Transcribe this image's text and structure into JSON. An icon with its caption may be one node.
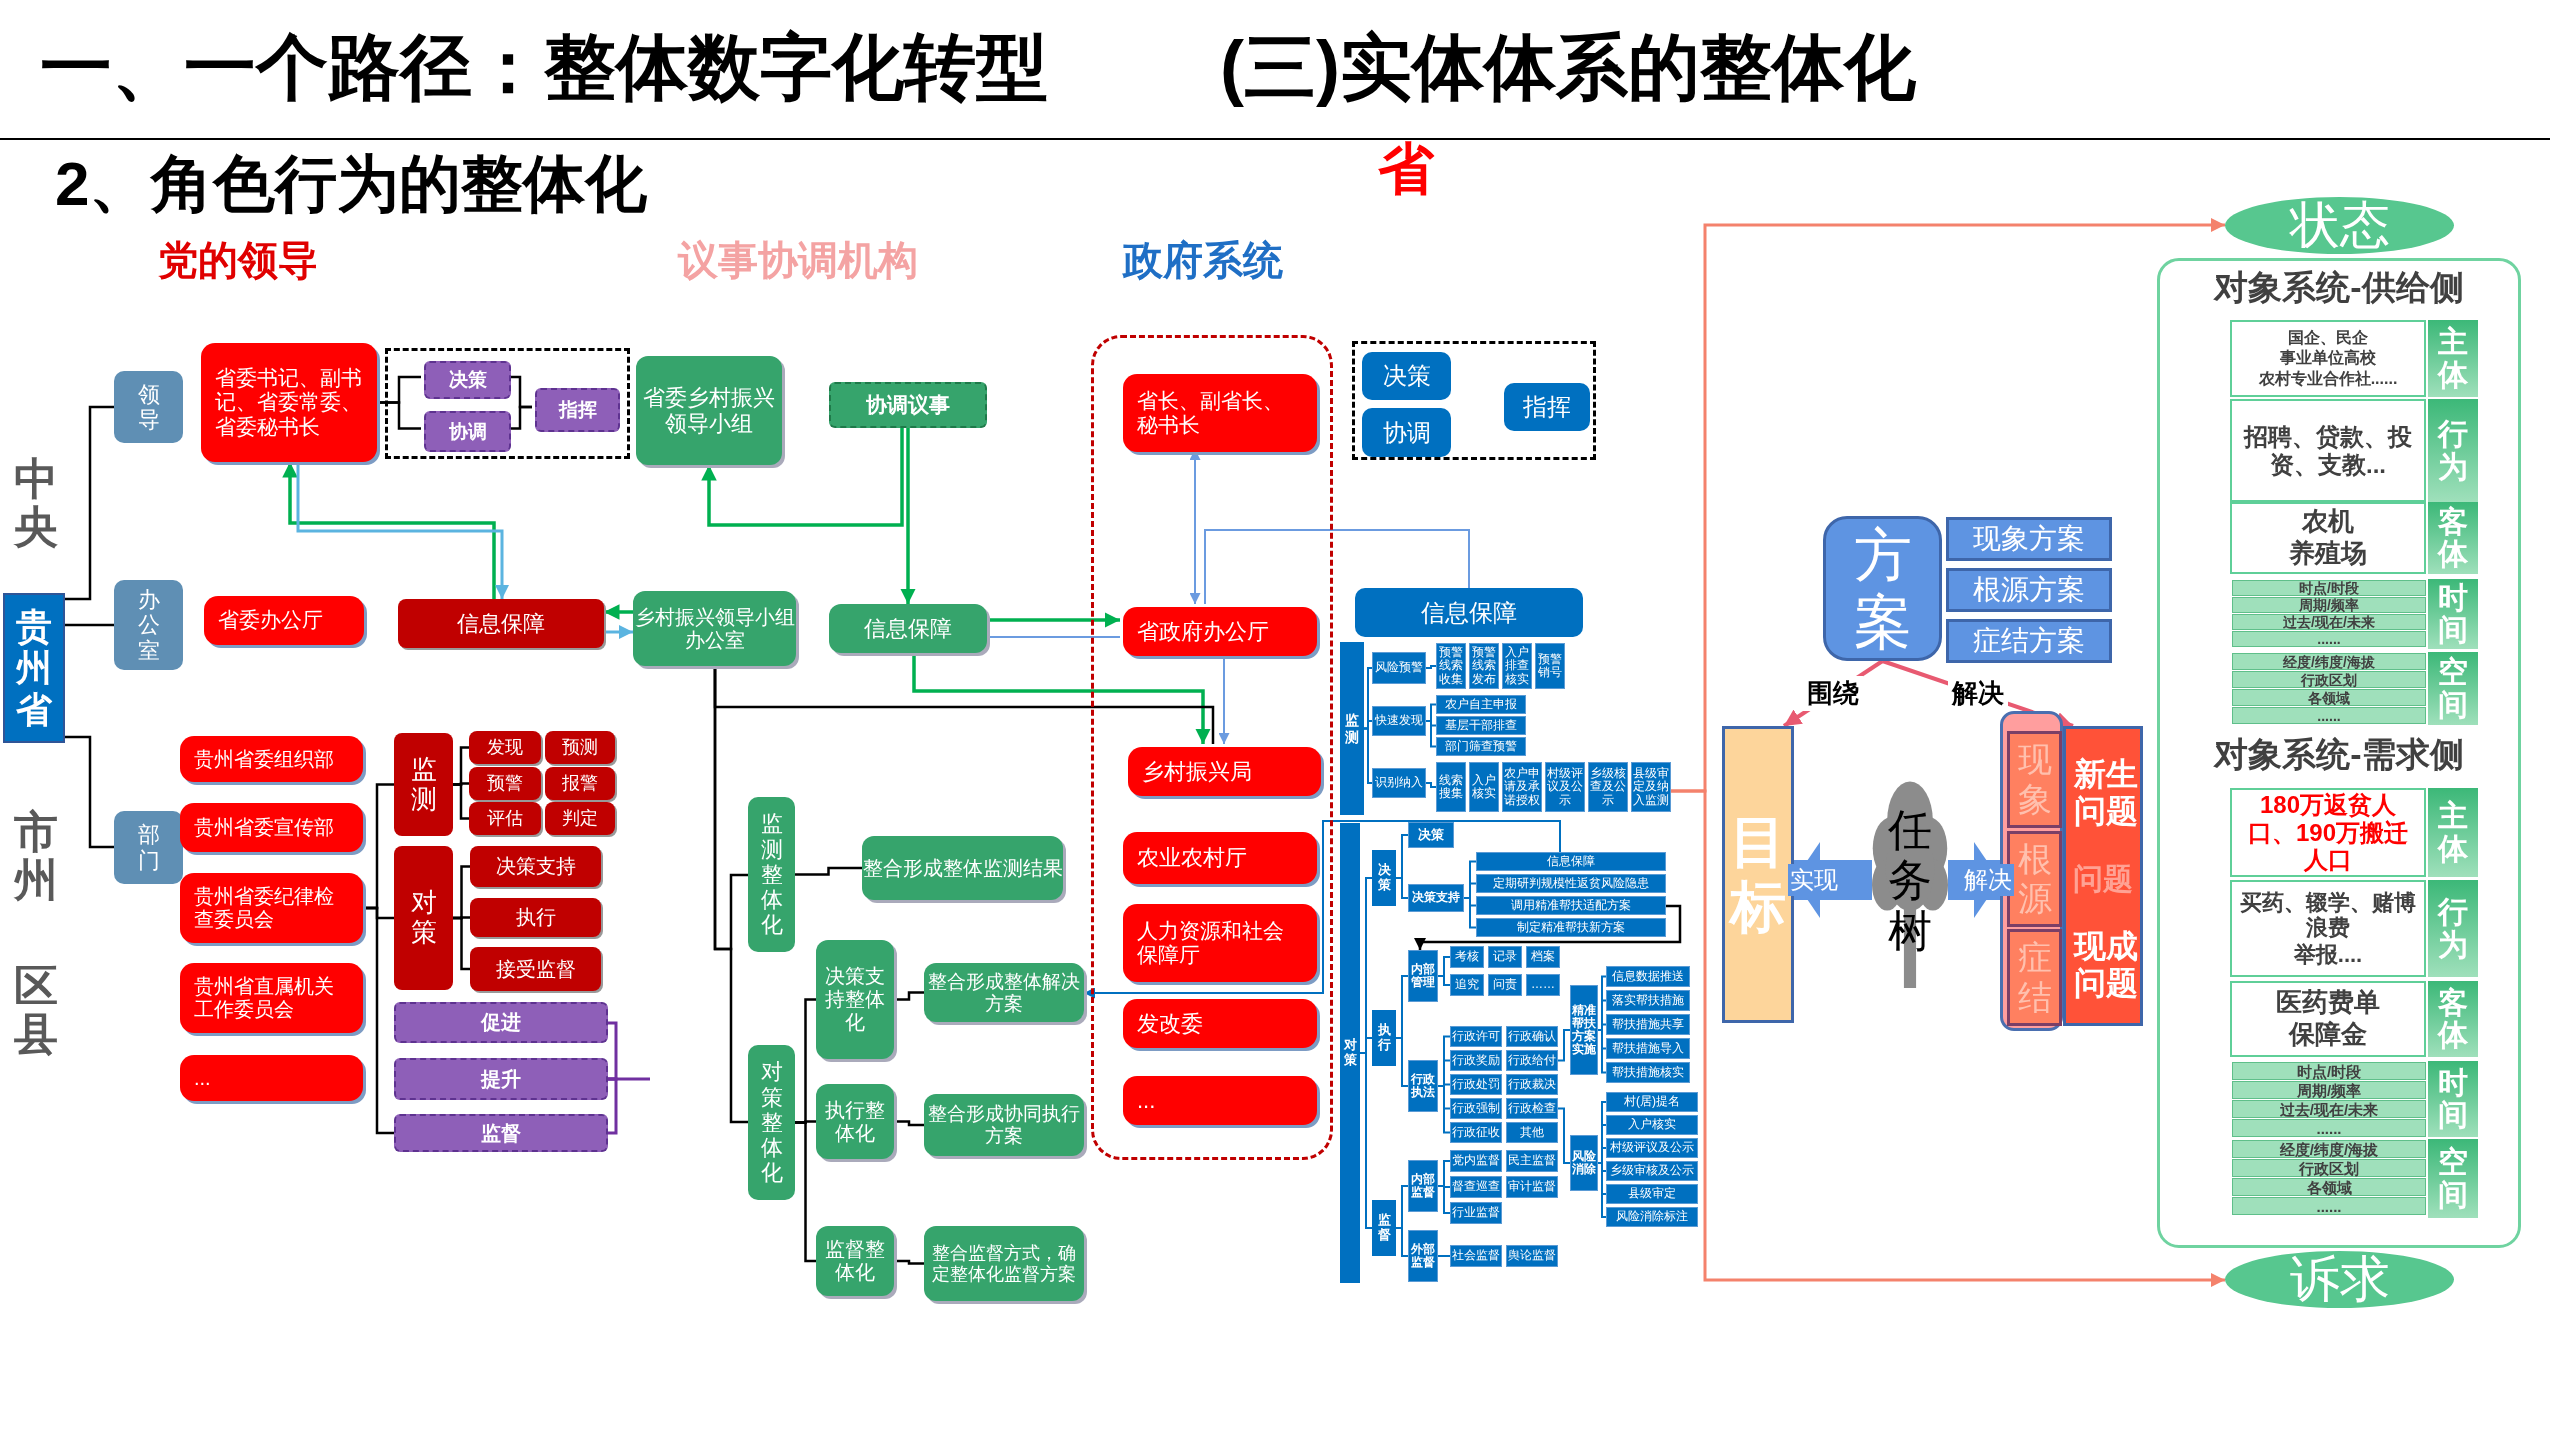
{
  "diagram": {
    "title": "一、一个路径：整体数字化转型",
    "nodes": [
      {
        "text": [
          "贵州省"
        ]
      },
      {
        "text": [
          "领导"
        ]
      },
      {
        "text": [
          "办公室"
        ]
      },
      {
        "text": [
          "部门"
        ]
      },
      {
        "text": [
          "省委书记、副书记、省委常委、省委秘书长"
        ]
      },
      {
        "text": [],
        "shape": "box"
      },
      {
        "text": [
          "决策"
        ],
        "in": 5
      },
      {
        "text": [
          "协调"
        ],
        "in": 5
      },
      {
        "text": [
          "指挥"
        ],
        "in": 5
      },
      {
        "text": [
          "省委乡村振兴领导小组"
        ]
      },
      {
        "text": [
          "省委办公厅"
        ]
      },
      {
        "text": [
          "信息保障"
        ]
      },
      {
        "text": [
          "乡村振兴领导小组办公室"
        ]
      },
      {
        "text": [
          "协调议事"
        ]
      },
      {
        "text": [
          "信息保障"
        ]
      },
      {
        "text": [],
        "shape": "box"
      },
      {
        "text": [
          "省长、副省长、秘书长"
        ],
        "in": 15
      },
      {
        "text": [
          "省政府办公厅"
        ],
        "in": 15
      },
      {
        "text": [
          "乡村振兴局"
        ],
        "in": 15
      },
      {
        "text": [
          "农业农村厅"
        ],
        "in": 15
      },
      {
        "text": [
          "人力资源和社会保障厅"
        ],
        "in": 15
      },
      {
        "text": [
          "发改委"
        ],
        "in": 15
      },
      {
        "text": [
          "..."
        ],
        "in": 15
      },
      {
        "text": [
          "贵州省委组织部"
        ]
      },
      {
        "text": [
          "贵州省委宣传部"
        ]
      },
      {
        "text": [
          "贵州省委纪律检查委员会"
        ]
      },
      {
        "text": [
          "贵州省直属机关工作委员会"
        ]
      },
      {
        "text": [
          "..."
        ]
      },
      {
        "text": [
          "监测"
        ]
      },
      {
        "text": [
          "发现"
        ]
      },
      {
        "text": [
          "预测"
        ]
      },
      {
        "text": [
          "预警"
        ]
      },
      {
        "text": [
          "报警"
        ]
      },
      {
        "text": [
          "评估"
        ]
      },
      {
        "text": [
          "判定"
        ]
      },
      {
        "text": [
          "对策"
        ]
      },
      {
        "text": [
          "决策支持"
        ]
      },
      {
        "text": [
          "执行"
        ]
      },
      {
        "text": [
          "接受监督"
        ]
      },
      {
        "text": [
          "促进"
        ]
      },
      {
        "text": [
          "提升"
        ]
      },
      {
        "text": [
          "监督"
        ]
      },
      {
        "text": [
          "监测整体化"
        ]
      },
      {
        "text": [
          "整合形成整体监测结果"
        ]
      },
      {
        "text": [
          "对策整体化"
        ]
      },
      {
        "text": [
          "决策支持整体化"
        ]
      },
      {
        "text": [
          "整合形成整体解决方案"
        ]
      },
      {
        "text": [
          "执行整体化"
        ]
      },
      {
        "text": [
          "整合形成协同执行方案"
        ]
      },
      {
        "text": [
          "监督整体化"
        ]
      },
      {
        "text": [
          "整合监督方式，确定整体化监督方案"
        ]
      },
      {
        "text": [],
        "shape": "box"
      },
      {
        "text": [
          "决策"
        ],
        "in": 51
      },
      {
        "text": [
          "协调"
        ],
        "in": 51
      },
      {
        "text": [
          "指挥"
        ],
        "in": 51
      },
      {
        "text": [
          "信息保障"
        ]
      },
      {
        "text": [
          "监测"
        ]
      },
      {
        "text": [
          "风险预警"
        ]
      },
      {
        "text": [
          "预警线索收集"
        ]
      },
      {
        "text": [
          "预警线索发布"
        ]
      },
      {
        "text": [
          "入户排查核实"
        ]
      },
      {
        "text": [
          "预警销号"
        ]
      },
      {
        "text": [
          "快速发现"
        ]
      },
      {
        "text": [
          "农户自主申报"
        ]
      },
      {
        "text": [
          "基层干部排查"
        ]
      },
      {
        "text": [
          "部门筛查预警"
        ]
      },
      {
        "text": [
          "识别纳入"
        ]
      },
      {
        "text": [
          "线索搜集"
        ]
      },
      {
        "text": [
          "入户核实"
        ]
      },
      {
        "text": [
          "农户申请及承诺授权"
        ]
      },
      {
        "text": [
          "村级评议及公示"
        ]
      },
      {
        "text": [
          "乡级核查及公示"
        ]
      },
      {
        "text": [
          "县级审定及纳入监测"
        ]
      },
      {
        "text": [
          "对策"
        ]
      },
      {
        "text": [
          "决策"
        ]
      },
      {
        "text": [
          "决策"
        ]
      },
      {
        "text": [
          "决策支持"
        ]
      },
      {
        "text": [
          "信息保障"
        ]
      },
      {
        "text": [
          "定期研判规模性返贫风险隐患"
        ]
      },
      {
        "text": [
          "调用精准帮扶适配方案"
        ]
      },
      {
        "text": [
          "制定精准帮扶新方案"
        ]
      },
      {
        "text": [
          "执行"
        ]
      },
      {
        "text": [
          "内部管理"
        ]
      },
      {
        "text": [
          "考核"
        ]
      },
      {
        "text": [
          "记录"
        ]
      },
      {
        "text": [
          "档案"
        ]
      },
      {
        "text": [
          "追究"
        ]
      },
      {
        "text": [
          "问责"
        ]
      },
      {
        "text": [
          "……"
        ]
      },
      {
        "text": [
          "行政执法"
        ]
      },
      {
        "text": [
          "行政许可"
        ]
      },
      {
        "text": [
          "行政确认"
        ]
      },
      {
        "text": [
          "行政奖励"
        ]
      },
      {
        "text": [
          "行政给付"
        ]
      },
      {
        "text": [
          "行政处罚"
        ]
      },
      {
        "text": [
          "行政裁决"
        ]
      },
      {
        "text": [
          "行政强制"
        ]
      },
      {
        "text": [
          "行政检查"
        ]
      },
      {
        "text": [
          "行政征收"
        ]
      },
      {
        "text": [
          "其他"
        ]
      },
      {
        "text": [
          "精准帮扶方案实施"
        ]
      },
      {
        "text": [
          "信息数据推送"
        ]
      },
      {
        "text": [
          "落实帮扶措施"
        ]
      },
      {
        "text": [
          "帮扶措施共享"
        ]
      },
      {
        "text": [
          "帮扶措施导入"
        ]
      },
      {
        "text": [
          "帮扶措施核实"
        ]
      },
      {
        "text": [
          "风险消除"
        ]
      },
      {
        "text": [
          "村(居)提名"
        ]
      },
      {
        "text": [
          "入户核实"
        ]
      },
      {
        "text": [
          "村级评议及公示"
        ]
      },
      {
        "text": [
          "乡级审核及公示"
        ]
      },
      {
        "text": [
          "县级审定"
        ]
      },
      {
        "text": [
          "风险消除标注"
        ]
      },
      {
        "text": [
          "监督"
        ]
      },
      {
        "text": [
          "内部监督"
        ]
      },
      {
        "text": [
          "党内监督"
        ]
      },
      {
        "text": [
          "民主监督"
        ]
      },
      {
        "text": [
          "督查巡查"
        ]
      },
      {
        "text": [
          "审计监督"
        ]
      },
      {
        "text": [
          "行业监督"
        ]
      },
      {
        "text": [
          "外部监督"
        ]
      },
      {
        "text": [
          "社会监督"
        ]
      },
      {
        "text": [
          "舆论监督"
        ]
      },
      {
        "text": [
          "方案"
        ]
      },
      {
        "text": [
          "现象方案"
        ]
      },
      {
        "text": [
          "根源方案"
        ]
      },
      {
        "text": [
          "症结方案"
        ]
      },
      {
        "text": [
          "目标"
        ]
      },
      {
        "text": [
          "任务树"
        ]
      },
      {
        "text": [],
        "shape": "box"
      },
      {
        "text": [
          "现象"
        ],
        "in": 129
      },
      {
        "text": [
          "根源"
        ],
        "in": 129
      },
      {
        "text": [
          "症结"
        ],
        "in": 129
      },
      {
        "text": [
          "问题"
        ]
      },
      {
        "text": [
          "新生问题"
        ],
        "in": 133
      },
      {
        "text": [
          "现成问题"
        ],
        "in": 133
      },
      {
        "text": [
          "对象系统-供给侧",
          "对象系统-需求侧"
        ]
      },
      {
        "text": [
          "状态"
        ]
      },
      {
        "text": [
          "诉求"
        ]
      },
      {
        "text": [
          "国企、民企",
          "事业单位高校",
          "农村专业合作社......"
        ],
        "in": 136
      },
      {
        "text": [
          "主体"
        ],
        "in": 136
      },
      {
        "text": [
          "招聘、贷款、投资、支教..."
        ],
        "in": 136
      },
      {
        "text": [
          "行为"
        ],
        "in": 136
      },
      {
        "text": [
          "农机",
          "养殖场"
        ],
        "in": 136
      },
      {
        "text": [
          "客体"
        ],
        "in": 136
      },
      {
        "text": [
          "时点/时段"
        ],
        "in": 136
      },
      {
        "text": [
          "周期/频率"
        ],
        "in": 136
      },
      {
        "text": [
          "过去/现在/未来"
        ],
        "in": 136
      },
      {
        "text": [
          "......"
        ],
        "in": 136
      },
      {
        "text": [
          "时间"
        ],
        "in": 136
      },
      {
        "text": [
          "经度/纬度/海拔"
        ],
        "in": 136
      },
      {
        "text": [
          "行政区划"
        ],
        "in": 136
      },
      {
        "text": [
          "各领域"
        ],
        "in": 136
      },
      {
        "text": [
          "......"
        ],
        "in": 136
      },
      {
        "text": [
          "空间"
        ],
        "in": 136
      },
      {
        "text": [
          "180万返贫人口、190万搬迁人口"
        ],
        "in": 136
      },
      {
        "text": [
          "主体"
        ],
        "in": 136
      },
      {
        "text": [
          "买药、辍学、赌博浪费",
          "举报...."
        ],
        "in": 136
      },
      {
        "text": [
          "行为"
        ],
        "in": 136
      },
      {
        "text": [
          "医药费单",
          "保障金"
        ],
        "in": 136
      },
      {
        "text": [
          "客体"
        ],
        "in": 136
      },
      {
        "text": [
          "时点/时段"
        ],
        "in": 136
      },
      {
        "text": [
          "周期/频率"
        ],
        "in": 136
      },
      {
        "text": [
          "过去/现在/未来"
        ],
        "in": 136
      },
      {
        "text": [
          "......"
        ],
        "in": 136
      },
      {
        "text": [
          "时间"
        ],
        "in": 136
      },
      {
        "text": [
          "经度/纬度/海拔"
        ],
        "in": 136
      },
      {
        "text": [
          "行政区划"
        ],
        "in": 136
      },
      {
        "text": [
          "各领域"
        ],
        "in": 136
      },
      {
        "text": [
          "......"
        ],
        "in": 136
      },
      {
        "text": [
          "空间"
        ],
        "in": 136
      }
    ],
    "edges": [
      {
        "from": 0,
        "to": 1,
        "arrow": "none",
        "color": "#000000"
      },
      {
        "from": 0,
        "to": 2,
        "arrow": "none",
        "color": "#000000"
      },
      {
        "from": 0,
        "to": 3,
        "arrow": "none",
        "color": "#000000"
      },
      {
        "from": 4,
        "to": 6,
        "arrow": "none",
        "color": "#000000"
      },
      {
        "from": 4,
        "to": 7,
        "arrow": "none",
        "color": "#000000"
      },
      {
        "from": 6,
        "to": 8,
        "arrow": "none",
        "color": "#000000"
      },
      {
        "from": 7,
        "to": 8,
        "arrow": "none",
        "color": "#000000"
      },
      {
        "from": 11,
        "to": 4,
        "arrow": "to",
        "color": "#00b050"
      },
      {
        "from": 4,
        "to": 11,
        "arrow": "to",
        "color": "#5bb4e0"
      },
      {
        "from": 12,
        "to": 11,
        "arrow": "to",
        "color": "#00b050"
      },
      {
        "from": 11,
        "to": 12,
        "arrow": "to",
        "color": "#5bb4e0"
      },
      {
        "from": 13,
        "to": 14,
        "arrow": "to",
        "color": "#00b050"
      },
      {
        "from": 13,
        "to": 9,
        "arrow": "to",
        "color": "#00b050"
      },
      {
        "from": 14,
        "to": 17,
        "arrow": "to",
        "color": "#00b050"
      },
      {
        "from": 14,
        "to": 17,
        "arrow": "none",
        "color": "#6b9be0"
      },
      {
        "from": 14,
        "to": 18,
        "arrow": "to",
        "color": "#00b050"
      },
      {
        "from": 12,
        "to": 18,
        "arrow": "none",
        "color": "#000000"
      },
      {
        "from": 16,
        "to": 17,
        "arrow": "both",
        "color": "#6b9be0"
      },
      {
        "from": 17,
        "to": 18,
        "arrow": "to",
        "color": "#6b9be0"
      },
      {
        "from": 17,
        "to": 55,
        "arrow": "none",
        "color": "#6b9be0"
      },
      {
        "from": 12,
        "to": 42,
        "arrow": "none",
        "color": "#000000"
      },
      {
        "from": 12,
        "to": 44,
        "arrow": "none",
        "color": "#000000"
      },
      {
        "from": 42,
        "to": 43,
        "arrow": "none",
        "color": "#000000"
      },
      {
        "from": 44,
        "to": 45,
        "arrow": "none",
        "color": "#000000"
      },
      {
        "from": 44,
        "to": 47,
        "arrow": "none",
        "color": "#000000"
      },
      {
        "from": 44,
        "to": 49,
        "arrow": "none",
        "color": "#000000"
      },
      {
        "from": 45,
        "to": 46,
        "arrow": "none",
        "color": "#000000"
      },
      {
        "from": 47,
        "to": 48,
        "arrow": "none",
        "color": "#000000"
      },
      {
        "from": 49,
        "to": 50,
        "arrow": "none",
        "color": "#000000"
      },
      {
        "from": 77,
        "to": 46,
        "arrow": "to"
      },
      {
        "from": 79,
        "to": 82,
        "arrow": "to",
        "color": "#000000"
      },
      {
        "from": 25,
        "to": 28,
        "arrow": "none",
        "color": "#000000"
      },
      {
        "from": 25,
        "to": 35,
        "arrow": "none",
        "color": "#000000"
      },
      {
        "from": 25,
        "to": 41,
        "arrow": "none",
        "color": "#000000"
      },
      {
        "from": 28,
        "to": 29,
        "arrow": "none",
        "color": "#000000"
      },
      {
        "from": 28,
        "to": 31,
        "arrow": "none",
        "color": "#000000"
      },
      {
        "from": 28,
        "to": 33,
        "arrow": "none",
        "color": "#000000"
      },
      {
        "from": 35,
        "to": 36,
        "arrow": "none",
        "color": "#000000"
      },
      {
        "from": 35,
        "to": 37,
        "arrow": "none",
        "color": "#000000"
      },
      {
        "from": 35,
        "to": 38,
        "arrow": "none",
        "color": "#000000"
      },
      {
        "from": 39,
        "to": 40,
        "arrow": "none",
        "color": "#7030a0"
      },
      {
        "from": 40,
        "to": null,
        "arrow": "none",
        "color": "#7030a0"
      },
      {
        "from": 41,
        "to": 40,
        "arrow": "none",
        "color": "#7030a0"
      },
      {
        "from": 123,
        "to": 127,
        "arrow": "to",
        "label": "围绕",
        "color": "#e85a71"
      },
      {
        "from": 123,
        "to": 133,
        "arrow": "to",
        "label": "解决",
        "color": "#e85a71"
      },
      {
        "from": 72,
        "to": 137,
        "arrow": "to",
        "color": "#f4826c"
      },
      {
        "from": 72,
        "to": 138,
        "arrow": "to",
        "color": "#f4826c"
      },
      {
        "from": 56,
        "to": 57,
        "arrow": "none"
      },
      {
        "from": 56,
        "to": 62,
        "arrow": "none"
      },
      {
        "from": 56,
        "to": 66,
        "arrow": "none"
      },
      {
        "from": 57,
        "to": 58,
        "arrow": "none"
      },
      {
        "from": 62,
        "to": 63,
        "arrow": "none"
      },
      {
        "from": 62,
        "to": 64,
        "arrow": "none"
      },
      {
        "from": 62,
        "to": 65,
        "arrow": "none"
      },
      {
        "from": 66,
        "to": 67,
        "arrow": "none"
      },
      {
        "from": 73,
        "to": 74,
        "arrow": "none"
      },
      {
        "from": 73,
        "to": 81,
        "arrow": "none"
      },
      {
        "from": 73,
        "to": 113,
        "arrow": "none"
      },
      {
        "from": 74,
        "to": 75,
        "arrow": "none"
      },
      {
        "from": 74,
        "to": 76,
        "arrow": "none"
      },
      {
        "from": 76,
        "to": 77,
        "arrow": "none"
      },
      {
        "from": 76,
        "to": 78,
        "arrow": "none"
      },
      {
        "from": 76,
        "to": 79,
        "arrow": "none"
      },
      {
        "from": 76,
        "to": 80,
        "arrow": "none"
      },
      {
        "from": 81,
        "to": 82,
        "arrow": "none"
      },
      {
        "from": 81,
        "to": 89,
        "arrow": "none"
      },
      {
        "from": 82,
        "to": 83,
        "arrow": "none"
      },
      {
        "from": 82,
        "to": 86,
        "arrow": "none"
      },
      {
        "from": 89,
        "to": 90,
        "arrow": "none"
      },
      {
        "from": 89,
        "to": 92,
        "arrow": "none"
      },
      {
        "from": 89,
        "to": 94,
        "arrow": "none"
      },
      {
        "from": 89,
        "to": 96,
        "arrow": "none"
      },
      {
        "from": 89,
        "to": 98,
        "arrow": "none"
      },
      {
        "from": 93,
        "to": 100,
        "arrow": "none"
      },
      {
        "from": 97,
        "to": 106,
        "arrow": "none"
      },
      {
        "from": 100,
        "to": 101,
        "arrow": "none"
      },
      {
        "from": 100,
        "to": 102,
        "arrow": "none"
      },
      {
        "from": 100,
        "to": 103,
        "arrow": "none"
      },
      {
        "from": 100,
        "to": 104,
        "arrow": "none"
      },
      {
        "from": 100,
        "to": 105,
        "arrow": "none"
      },
      {
        "from": 106,
        "to": 107,
        "arrow": "none"
      },
      {
        "from": 106,
        "to": 108,
        "arrow": "none"
      },
      {
        "from": 106,
        "to": 109,
        "arrow": "none"
      },
      {
        "from": 106,
        "to": 110,
        "arrow": "none"
      },
      {
        "from": 106,
        "to": 111,
        "arrow": "none"
      },
      {
        "from": 106,
        "to": 112,
        "arrow": "none"
      },
      {
        "from": 113,
        "to": 114,
        "arrow": "none"
      },
      {
        "from": 113,
        "to": 120,
        "arrow": "none"
      },
      {
        "from": 114,
        "to": 115,
        "arrow": "none"
      },
      {
        "from": 114,
        "to": 117,
        "arrow": "none"
      },
      {
        "from": 114,
        "to": 119,
        "arrow": "none"
      },
      {
        "from": 120,
        "to": 121,
        "arrow": "none"
      },
      {
        "from": 128,
        "to": 127,
        "arrow": "to",
        "label": "实现",
        "style": "thick",
        "color": "#5e94e2"
      },
      {
        "from": 128,
        "to": 129,
        "arrow": "to",
        "label": "解决",
        "style": "thick",
        "color": "#5e94e2"
      }
    ],
    "labels": [
      "(三)实体体系的整体化",
      "2、角色行为的整体化",
      "省",
      "党的领导",
      "议事协调机构",
      "政府系统",
      "中央",
      "市州",
      "区县"
    ]
  }
}
